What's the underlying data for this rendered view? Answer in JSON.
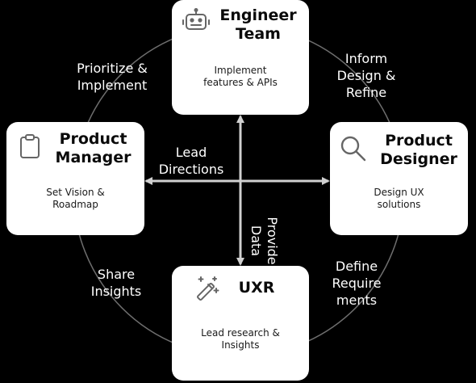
{
  "cards": {
    "engineer": {
      "icon": "robot-icon",
      "title": "Engineer\nTeam",
      "description": "Implement\nfeatures & APIs"
    },
    "product_manager": {
      "icon": "clipboard-icon",
      "title": "Product\nManager",
      "description": "Set Vision &\nRoadmap"
    },
    "product_designer": {
      "icon": "search-icon",
      "title": "Product\nDesigner",
      "description": "Design UX\nsolutions"
    },
    "uxr": {
      "icon": "magic-wand-icon",
      "title": "UXR",
      "description": "Lead research &\nInsights"
    }
  },
  "relationships": {
    "pm_to_engineer": "Prioritize &\nImplement",
    "engineer_to_designer": "Inform\nDesign &\nRefine",
    "pm_to_designer": "Lead\nDirections",
    "uxr_to_engineer": "Provide\nData",
    "uxr_to_pm": "Share\nInsights",
    "designer_to_uxr": "Define\nRequire\nments"
  },
  "colors": {
    "background": "#000000",
    "card": "#ffffff",
    "connector": "#d0d0d0",
    "orbit": "#6e6e6e",
    "text_light": "#ffffff",
    "text_dark": "#111111"
  }
}
